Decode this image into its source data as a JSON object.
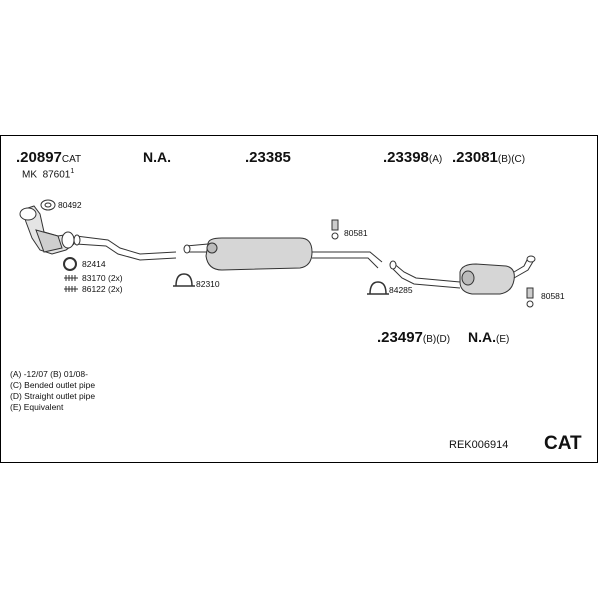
{
  "diagram": {
    "parts": {
      "p1": {
        "number": ".20897",
        "suffix": "CAT"
      },
      "p1_sub": {
        "prefix": "MK",
        "number": "87601",
        "sup": "1"
      },
      "p2": {
        "label": "N.A."
      },
      "p3": {
        "number": ".23385"
      },
      "p4": {
        "number": ".23398",
        "suffix": "(A)"
      },
      "p5": {
        "number": ".23081",
        "suffix": "(B)(C)"
      },
      "p6": {
        "number": ".23497",
        "suffix": "(B)(D)"
      },
      "p7": {
        "label": "N.A.",
        "suffix": "(E)"
      }
    },
    "hardware": {
      "h80492": "80492",
      "h82414": "82414",
      "h83170": "83170 (2x)",
      "h86122": "86122 (2x)",
      "h82310": "82310",
      "h80581a": "80581",
      "h84285": "84285",
      "h80581b": "80581"
    },
    "notes": [
      "(A) -12/07 (B) 01/08-",
      "(C) Bended outlet pipe",
      "(D) Straight outlet pipe",
      "(E) Equivalent"
    ],
    "ref": "REK006914",
    "type_label": "CAT"
  }
}
